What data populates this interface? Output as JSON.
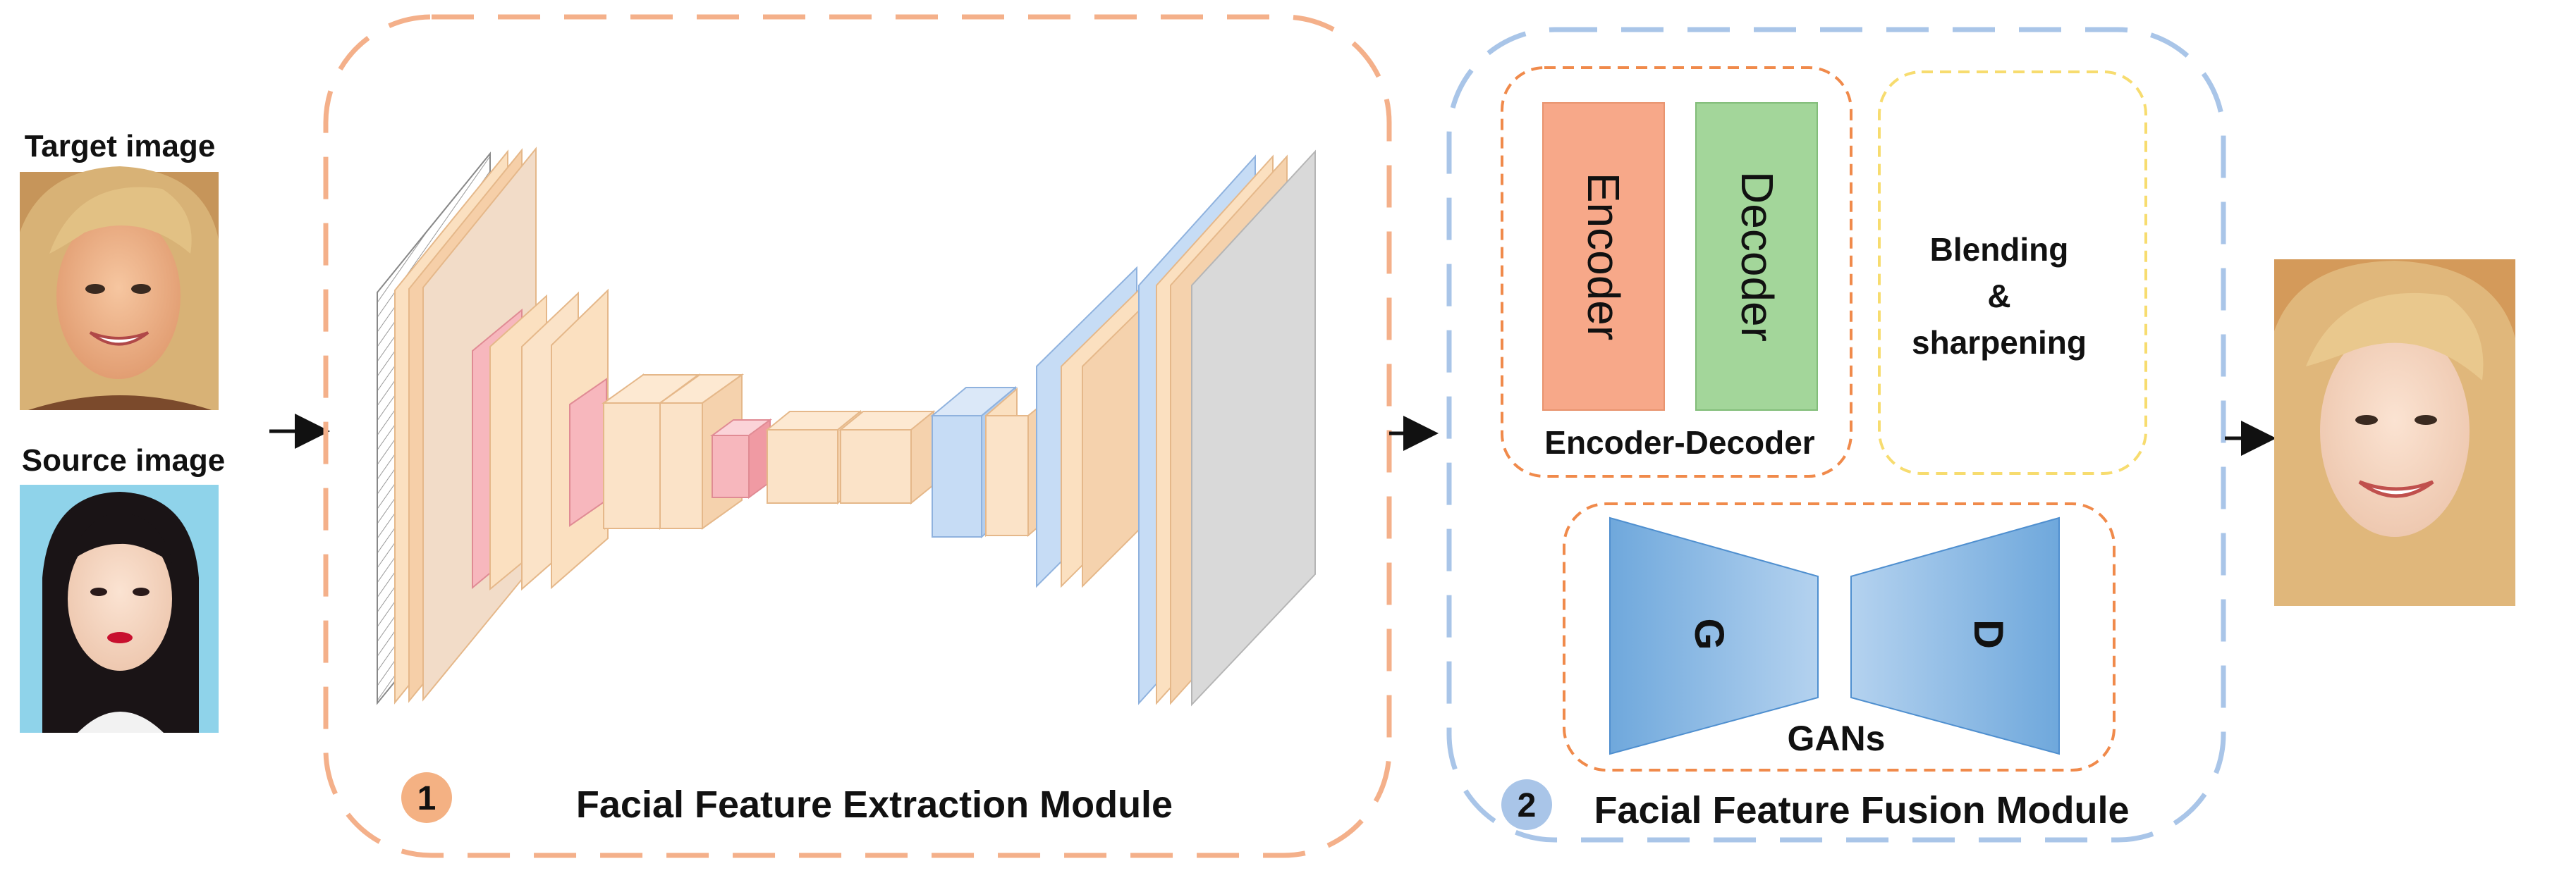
{
  "inputs": {
    "target_label": "Target image",
    "source_label": "Source image"
  },
  "module1": {
    "badge": "1",
    "title": "Facial Feature Extraction Module"
  },
  "module2": {
    "badge": "2",
    "title": "Facial Feature Fusion Module",
    "encoder_label": "Encoder",
    "decoder_label": "Decoder",
    "encdec_caption": "Encoder-Decoder",
    "blend_line1": "Blending",
    "blend_line2": "&",
    "blend_line3": "sharpening",
    "gan_g": "G",
    "gan_d": "D",
    "gan_caption": "GANs"
  },
  "colors": {
    "module1_border": "#f4b08a",
    "module2_border": "#a9c5e8",
    "encdec_border": "#f08a4b",
    "blend_border": "#f7dc6f",
    "badge1_fill": "#f4b183",
    "badge2_fill": "#a9c5e8",
    "encoder_fill": "#f7a889",
    "decoder_fill": "#a3d69a",
    "gan_fill": "#6fa8dc",
    "layer_peach": "#fbe0c0",
    "layer_pink": "#f7b7bd",
    "layer_blue": "#c6dcf5",
    "layer_gray": "#d9d9d9"
  }
}
